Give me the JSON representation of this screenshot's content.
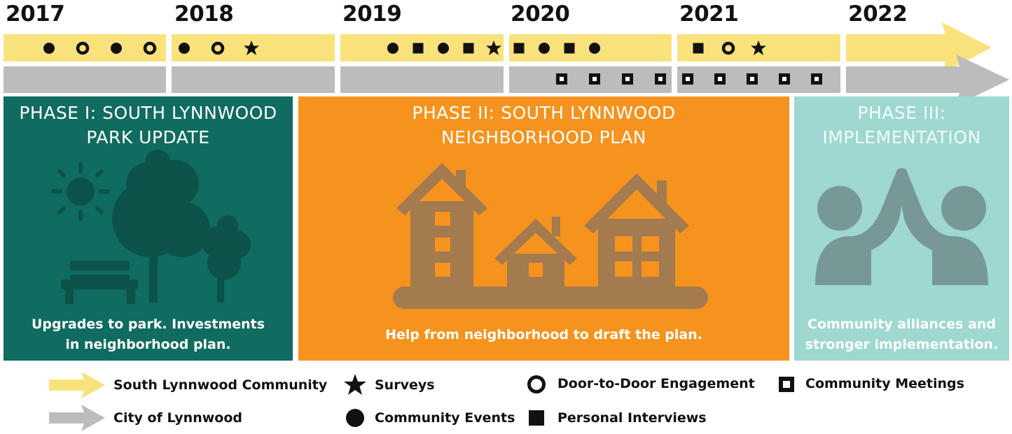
{
  "years": [
    "2017",
    "2018",
    "2019",
    "2020",
    "2021",
    "2022"
  ],
  "phases": [
    {
      "title_line1": "PHASE I: SOUTH LYNNWOOD",
      "title_line2": "PARK UPDATE",
      "desc_line1": "Upgrades to park. Investments",
      "desc_line2": "in neighborhood plan.",
      "icon": "park-bench-trees-sun-icon",
      "color": "#106b60"
    },
    {
      "title_line1": "PHASE II: SOUTH LYNNWOOD",
      "title_line2": "NEIGHBORHOOD PLAN",
      "desc_line1": "Help from neighborhood to draft the plan.",
      "icon": "houses-icon",
      "color": "#f5931e"
    },
    {
      "title_line1": "PHASE III:",
      "title_line2": "IMPLEMENTATION",
      "desc_line1": "Community alliances and",
      "desc_line2": "stronger implementation.",
      "icon": "high-five-icon",
      "color": "#9ed8d0"
    }
  ],
  "timeline": {
    "community_row": [
      {
        "year": "2017",
        "markers": [
          "circle",
          "ring",
          "circle",
          "ring"
        ]
      },
      {
        "year": "2018",
        "markers": [
          "circle",
          "ring",
          "star"
        ]
      },
      {
        "year": "2019",
        "markers": [
          "circle",
          "square",
          "circle",
          "square",
          "star"
        ]
      },
      {
        "year": "2020",
        "markers": [
          "square",
          "circle",
          "square",
          "circle"
        ]
      },
      {
        "year": "2021",
        "markers": [
          "square",
          "ring",
          "star"
        ]
      },
      {
        "year": "2022",
        "markers": []
      }
    ],
    "city_row": [
      {
        "year": "2017",
        "markers": []
      },
      {
        "year": "2018",
        "markers": []
      },
      {
        "year": "2019",
        "markers": []
      },
      {
        "year": "2020",
        "markers": [
          "hollow-square",
          "hollow-square",
          "hollow-square",
          "hollow-square"
        ]
      },
      {
        "year": "2021",
        "markers": [
          "hollow-square",
          "hollow-square",
          "hollow-square",
          "hollow-square",
          "hollow-square"
        ]
      },
      {
        "year": "2022",
        "markers": []
      }
    ],
    "colors": {
      "community": "#f9e27b",
      "city": "#bdbcbc"
    }
  },
  "legend": {
    "south_lynnwood_community": "South Lynnwood Community",
    "city_of_lynnwood": "City of Lynnwood",
    "surveys": "Surveys",
    "community_events": "Community Events",
    "door_to_door": "Door-to-Door Engagement",
    "personal_interviews": "Personal Interviews",
    "community_meetings": "Community Meetings"
  }
}
